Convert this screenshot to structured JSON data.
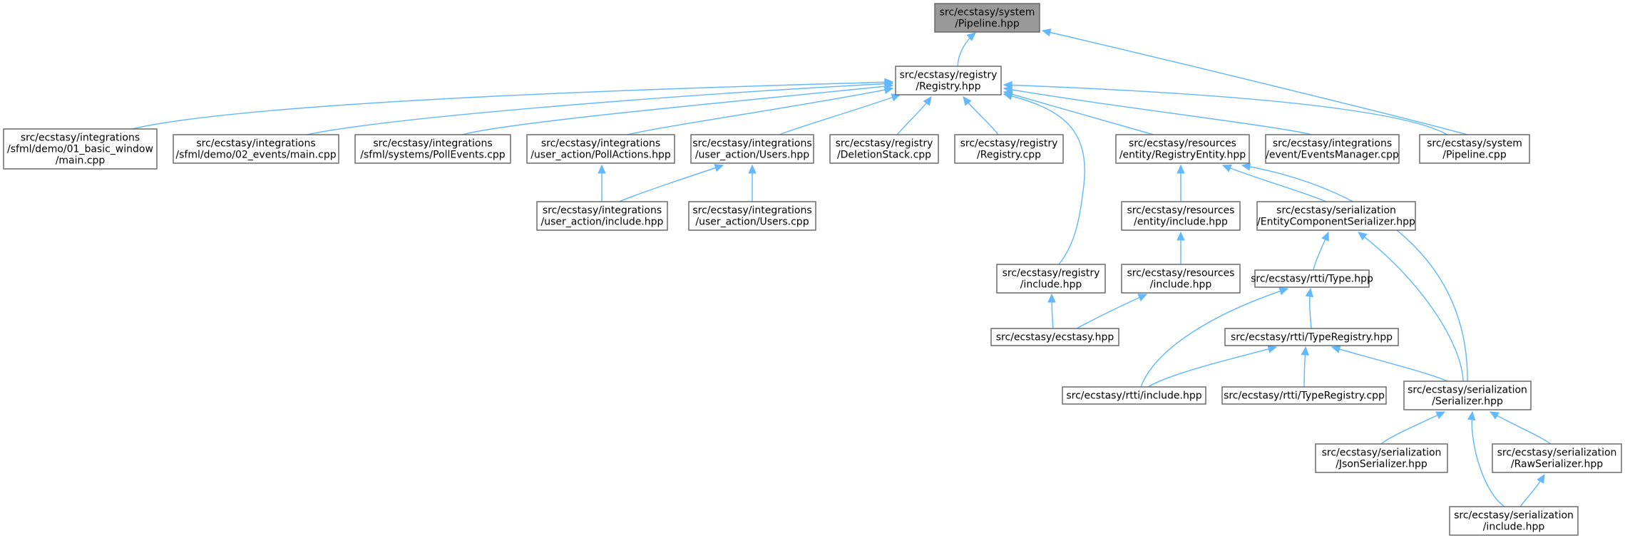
{
  "graph": {
    "nodes": [
      {
        "id": "pipeline_hpp",
        "lines": [
          "src/ecstasy/system",
          "/Pipeline.hpp"
        ],
        "highlighted": true
      },
      {
        "id": "registry_hpp",
        "lines": [
          "src/ecstasy/registry",
          "/Registry.hpp"
        ]
      },
      {
        "id": "demo01_main",
        "lines": [
          "src/ecstasy/integrations",
          "/sfml/demo/01_basic_window",
          "/main.cpp"
        ]
      },
      {
        "id": "demo02_main",
        "lines": [
          "src/ecstasy/integrations",
          "/sfml/demo/02_events/main.cpp"
        ]
      },
      {
        "id": "pollevents_cpp",
        "lines": [
          "src/ecstasy/integrations",
          "/sfml/systems/PollEvents.cpp"
        ]
      },
      {
        "id": "pollactions_hpp",
        "lines": [
          "src/ecstasy/integrations",
          "/user_action/PollActions.hpp"
        ]
      },
      {
        "id": "users_hpp",
        "lines": [
          "src/ecstasy/integrations",
          "/user_action/Users.hpp"
        ]
      },
      {
        "id": "deletionstack_cpp",
        "lines": [
          "src/ecstasy/registry",
          "/DeletionStack.cpp"
        ]
      },
      {
        "id": "registry_cpp",
        "lines": [
          "src/ecstasy/registry",
          "/Registry.cpp"
        ]
      },
      {
        "id": "registryentity_hpp",
        "lines": [
          "src/ecstasy/resources",
          "/entity/RegistryEntity.hpp"
        ]
      },
      {
        "id": "eventsmanager_cpp",
        "lines": [
          "src/ecstasy/integrations",
          "/event/EventsManager.cpp"
        ]
      },
      {
        "id": "pipeline_cpp",
        "lines": [
          "src/ecstasy/system",
          "/Pipeline.cpp"
        ]
      },
      {
        "id": "ua_include_hpp",
        "lines": [
          "src/ecstasy/integrations",
          "/user_action/include.hpp"
        ]
      },
      {
        "id": "users_cpp",
        "lines": [
          "src/ecstasy/integrations",
          "/user_action/Users.cpp"
        ]
      },
      {
        "id": "entity_include_hpp",
        "lines": [
          "src/ecstasy/resources",
          "/entity/include.hpp"
        ]
      },
      {
        "id": "ecs_serializer_hpp",
        "lines": [
          "src/ecstasy/serialization",
          "/EntityComponentSerializer.hpp"
        ]
      },
      {
        "id": "registry_include_hpp",
        "lines": [
          "src/ecstasy/registry",
          "/include.hpp"
        ]
      },
      {
        "id": "resources_include_hpp",
        "lines": [
          "src/ecstasy/resources",
          "/include.hpp"
        ]
      },
      {
        "id": "type_hpp",
        "lines": [
          "src/ecstasy/rtti/Type.hpp"
        ]
      },
      {
        "id": "ecstasy_hpp",
        "lines": [
          "src/ecstasy/ecstasy.hpp"
        ]
      },
      {
        "id": "typeregistry_hpp",
        "lines": [
          "src/ecstasy/rtti/TypeRegistry.hpp"
        ]
      },
      {
        "id": "rtti_include_hpp",
        "lines": [
          "src/ecstasy/rtti/include.hpp"
        ]
      },
      {
        "id": "typeregistry_cpp",
        "lines": [
          "src/ecstasy/rtti/TypeRegistry.cpp"
        ]
      },
      {
        "id": "serializer_hpp",
        "lines": [
          "src/ecstasy/serialization",
          "/Serializer.hpp"
        ]
      },
      {
        "id": "jsonserializer_hpp",
        "lines": [
          "src/ecstasy/serialization",
          "/JsonSerializer.hpp"
        ]
      },
      {
        "id": "rawserializer_hpp",
        "lines": [
          "src/ecstasy/serialization",
          "/RawSerializer.hpp"
        ]
      },
      {
        "id": "ser_include_hpp",
        "lines": [
          "src/ecstasy/serialization",
          "/include.hpp"
        ]
      }
    ],
    "edges": [
      {
        "from": "pipeline_hpp",
        "to": "registry_hpp"
      },
      {
        "from": "pipeline_hpp",
        "to": "pipeline_cpp"
      },
      {
        "from": "registry_hpp",
        "to": "demo01_main"
      },
      {
        "from": "registry_hpp",
        "to": "demo02_main"
      },
      {
        "from": "registry_hpp",
        "to": "pollevents_cpp"
      },
      {
        "from": "registry_hpp",
        "to": "pollactions_hpp"
      },
      {
        "from": "registry_hpp",
        "to": "users_hpp"
      },
      {
        "from": "registry_hpp",
        "to": "deletionstack_cpp"
      },
      {
        "from": "registry_hpp",
        "to": "registry_cpp"
      },
      {
        "from": "registry_hpp",
        "to": "registryentity_hpp"
      },
      {
        "from": "registry_hpp",
        "to": "eventsmanager_cpp"
      },
      {
        "from": "registry_hpp",
        "to": "pipeline_cpp"
      },
      {
        "from": "registry_hpp",
        "to": "registry_include_hpp"
      },
      {
        "from": "pollactions_hpp",
        "to": "ua_include_hpp"
      },
      {
        "from": "users_hpp",
        "to": "ua_include_hpp"
      },
      {
        "from": "users_hpp",
        "to": "users_cpp"
      },
      {
        "from": "registryentity_hpp",
        "to": "entity_include_hpp"
      },
      {
        "from": "registryentity_hpp",
        "to": "ecs_serializer_hpp"
      },
      {
        "from": "registryentity_hpp",
        "to": "serializer_hpp"
      },
      {
        "from": "entity_include_hpp",
        "to": "resources_include_hpp"
      },
      {
        "from": "ecs_serializer_hpp",
        "to": "type_hpp"
      },
      {
        "from": "ecs_serializer_hpp",
        "to": "serializer_hpp"
      },
      {
        "from": "registry_include_hpp",
        "to": "ecstasy_hpp"
      },
      {
        "from": "resources_include_hpp",
        "to": "ecstasy_hpp"
      },
      {
        "from": "type_hpp",
        "to": "typeregistry_hpp"
      },
      {
        "from": "type_hpp",
        "to": "rtti_include_hpp"
      },
      {
        "from": "typeregistry_hpp",
        "to": "rtti_include_hpp"
      },
      {
        "from": "typeregistry_hpp",
        "to": "typeregistry_cpp"
      },
      {
        "from": "typeregistry_hpp",
        "to": "serializer_hpp"
      },
      {
        "from": "serializer_hpp",
        "to": "jsonserializer_hpp"
      },
      {
        "from": "serializer_hpp",
        "to": "rawserializer_hpp"
      },
      {
        "from": "serializer_hpp",
        "to": "ser_include_hpp"
      },
      {
        "from": "rawserializer_hpp",
        "to": "ser_include_hpp"
      }
    ]
  },
  "colors": {
    "edge": "#63b8ff",
    "node_border": "#666666",
    "node_fill": "#ffffff",
    "highlight_fill": "#999999"
  }
}
